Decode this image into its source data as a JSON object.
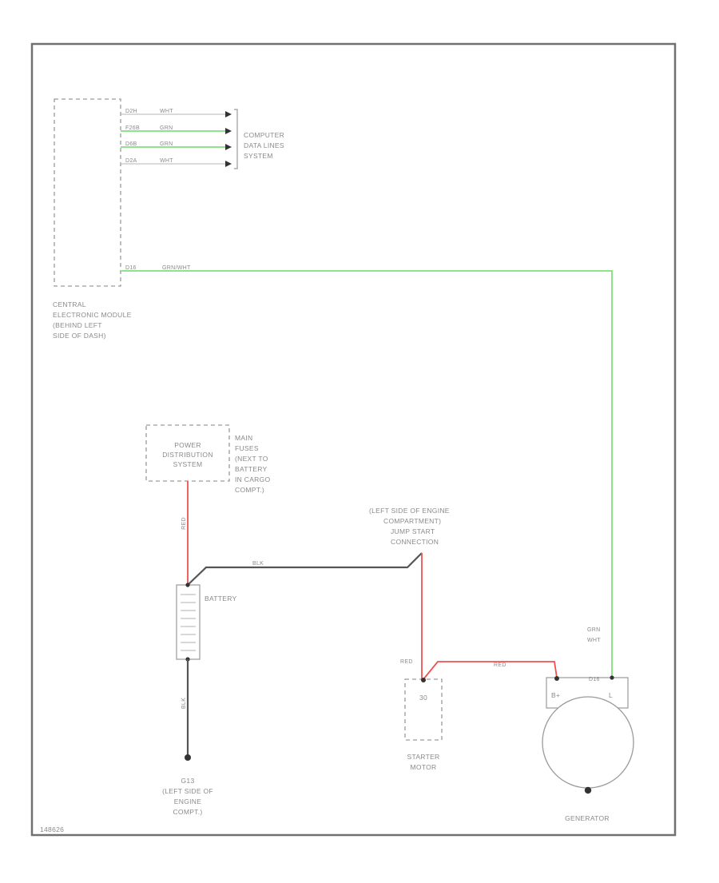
{
  "modules": {
    "cem": {
      "label": [
        "CENTRAL",
        "ELECTRONIC MODULE",
        "(BEHIND LEFT",
        "SIDE OF DASH)"
      ]
    },
    "computer_data_lines": {
      "label": [
        "COMPUTER",
        "DATA LINES",
        "SYSTEM"
      ]
    },
    "power_distribution": {
      "label": [
        "POWER",
        "DISTRIBUTION",
        "SYSTEM"
      ]
    },
    "main_fuses": {
      "label": [
        "MAIN",
        "FUSES",
        "(NEXT TO",
        "BATTERY",
        "IN CARGO",
        "COMPT.)"
      ]
    },
    "jump_start": {
      "label": [
        "(LEFT SIDE OF ENGINE",
        "COMPARTMENT)",
        "JUMP START",
        "CONNECTION"
      ]
    },
    "battery": {
      "label": "BATTERY"
    },
    "ground": {
      "label": [
        "G13",
        "(LEFT SIDE OF",
        "ENGINE",
        "COMPT.)"
      ]
    },
    "starter": {
      "label": [
        "STARTER",
        "MOTOR"
      ],
      "terminal": "30"
    },
    "generator": {
      "label": "GENERATOR",
      "terminals": [
        "B+",
        "L"
      ]
    }
  },
  "wires": {
    "d1": {
      "pin": "D2H",
      "color": "WHT"
    },
    "d2": {
      "pin": "F26B",
      "color": "GRN"
    },
    "d3": {
      "pin": "D6B",
      "color": "GRN"
    },
    "d4": {
      "pin": "D2A",
      "color": "WHT"
    },
    "gen_l": {
      "pin": "D16",
      "color": "GRN/WHT"
    },
    "gen_l_near": "GRN\nWHT",
    "gen_l_at": "L",
    "pds_battery": "RED",
    "battery_jump": "BLK",
    "jump_starter": "RED",
    "starter_generator": "RED",
    "battery_ground": "BLK"
  },
  "footer": {
    "figure_id": "148626"
  }
}
